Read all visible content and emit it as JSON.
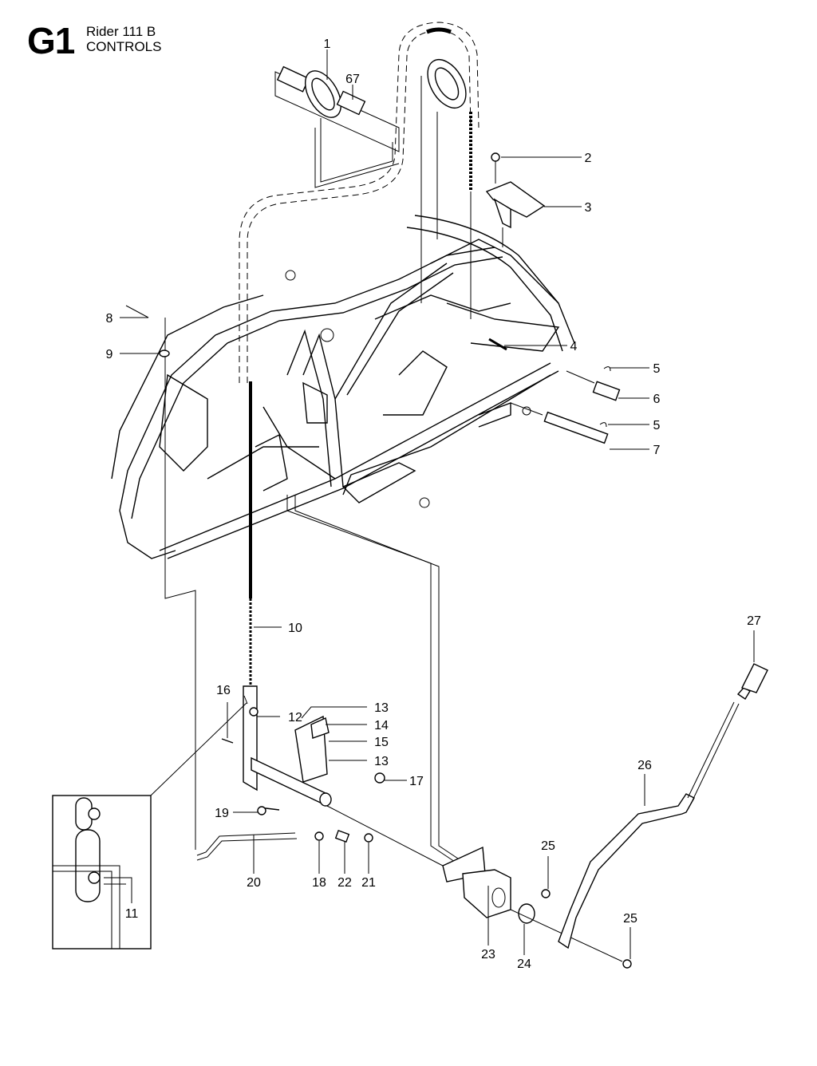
{
  "header": {
    "section_code": "G1",
    "model": "Rider 111 B",
    "section_title": "CONTROLS"
  },
  "callouts": {
    "c1": "1",
    "c67": "67",
    "c2": "2",
    "c3": "3",
    "c4": "4",
    "c5a": "5",
    "c5b": "5",
    "c6": "6",
    "c7": "7",
    "c8": "8",
    "c9": "9",
    "c10": "10",
    "c11": "11",
    "c12": "12",
    "c13a": "13",
    "c13b": "13",
    "c14": "14",
    "c15": "15",
    "c16": "16",
    "c17": "17",
    "c18": "18",
    "c19": "19",
    "c20": "20",
    "c21": "21",
    "c22": "22",
    "c23": "23",
    "c24": "24",
    "c25a": "25",
    "c25b": "25",
    "c26": "26",
    "c27": "27"
  }
}
